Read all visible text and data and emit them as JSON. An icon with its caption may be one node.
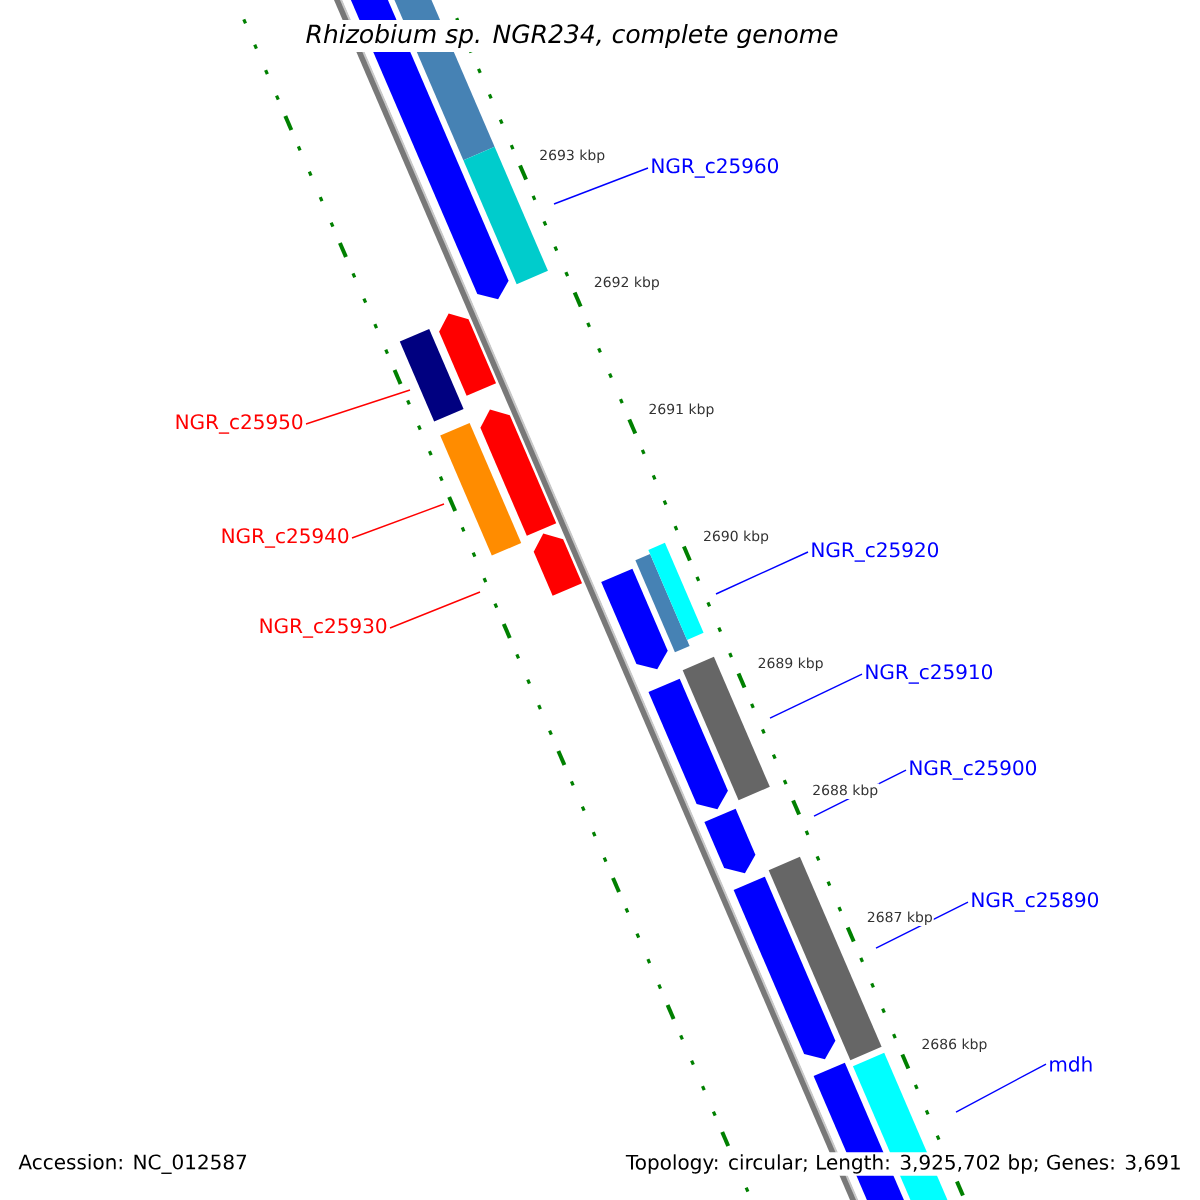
{
  "diagram": {
    "title": "Rhizobium sp. NGR234, complete genome",
    "nodes": [
      {
        "text": [
          "NGR_c25960"
        ]
      },
      {
        "text": [
          "NGR_c25950"
        ]
      },
      {
        "text": [
          "NGR_c25940"
        ]
      },
      {
        "text": [
          "NGR_c25920"
        ]
      },
      {
        "text": [
          "NGR_c25930"
        ]
      },
      {
        "text": [
          "NGR_c25910"
        ]
      },
      {
        "text": [
          "NGR_c25900"
        ]
      },
      {
        "text": [
          "NGR_c25890"
        ]
      },
      {
        "text": [
          "mdh"
        ]
      }
    ],
    "edges": [
      {
        "from": 0,
        "to": null,
        "arrow": "none"
      },
      {
        "from": 1,
        "to": null,
        "arrow": "none",
        "color": "#ff0000"
      },
      {
        "from": 2,
        "to": null,
        "arrow": "none",
        "color": "#ff0000"
      },
      {
        "from": 3,
        "to": null,
        "arrow": "none"
      },
      {
        "from": 4,
        "to": null,
        "arrow": "none",
        "color": "#ff0000"
      },
      {
        "from": 5,
        "to": null,
        "arrow": "none"
      },
      {
        "from": 6,
        "to": null,
        "arrow": "none"
      },
      {
        "from": 7,
        "to": null,
        "arrow": "none"
      },
      {
        "from": 8,
        "to": null,
        "arrow": "none"
      }
    ],
    "labels": [
      "2693 kbp",
      "2692 kbp",
      "2691 kbp",
      "2690 kbp",
      "2689 kbp",
      "2688 kbp",
      "2687 kbp",
      "2686 kbp",
      "Accession: NC_012587",
      "Topology: circular; Length: 3,925,702 bp; Genes: 3,691"
    ]
  }
}
